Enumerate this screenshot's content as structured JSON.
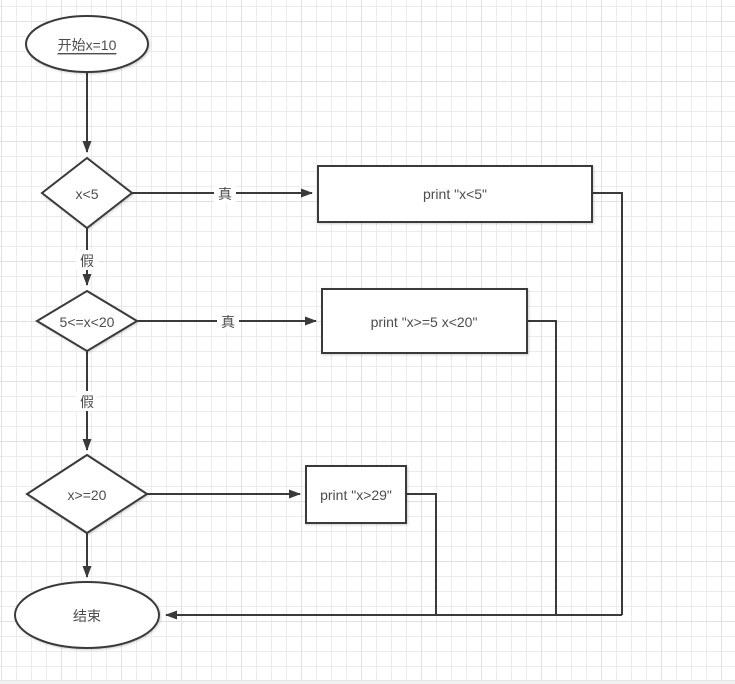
{
  "style": {
    "stroke": "#3a3a3a",
    "text_color": "#4d4d4d",
    "label_bg": "#ffffff",
    "canvas_bg": "#ffffff",
    "grid_minor": "#ececec",
    "grid_major": "#e0e0e0"
  },
  "nodes": {
    "start": {
      "shape": "ellipse",
      "label": "开始x=10"
    },
    "decision1": {
      "shape": "diamond",
      "label": "x<5"
    },
    "process1": {
      "shape": "rect",
      "label": "print \"x<5\""
    },
    "decision2": {
      "shape": "diamond",
      "label": "5<=x<20"
    },
    "process2": {
      "shape": "rect",
      "label": "print \"x>=5 x<20\""
    },
    "decision3": {
      "shape": "diamond",
      "label": "x>=20"
    },
    "process3": {
      "shape": "rect",
      "label": "print \"x>29\""
    },
    "end": {
      "shape": "ellipse",
      "label": "结束"
    }
  },
  "edge_labels": {
    "d1_true": "真",
    "d1_false": "假",
    "d2_true": "真",
    "d2_false": "假"
  }
}
